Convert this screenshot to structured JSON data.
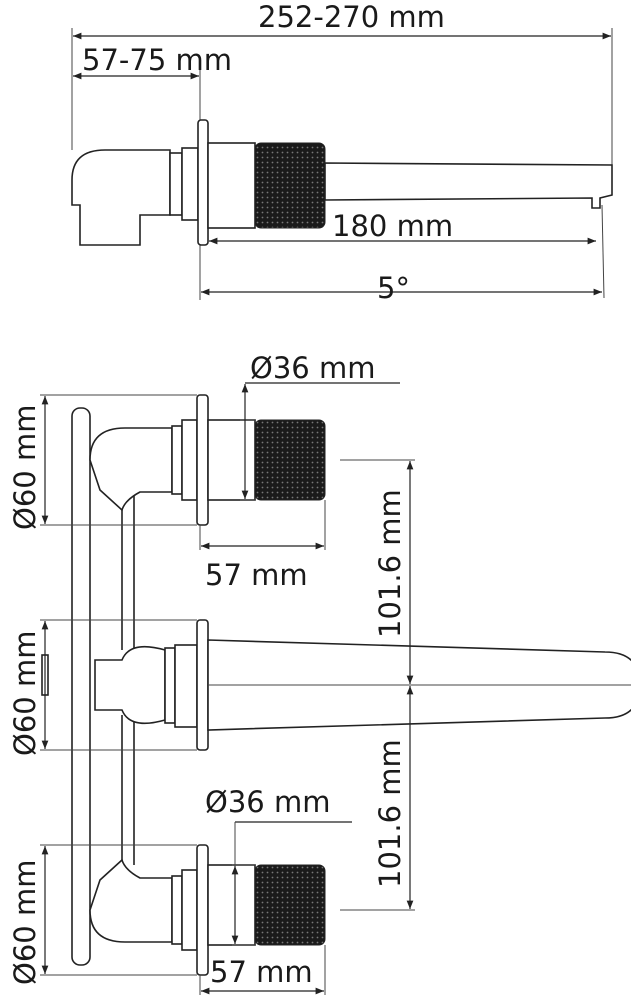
{
  "side_view": {
    "overall_length": "252-270 mm",
    "wall_depth": "57-75 mm",
    "spout_length": "180 mm",
    "spout_angle": "5°"
  },
  "front_view": {
    "top_handle_diameter": "Ø36 mm",
    "top_rosette_diameter": "Ø60 mm",
    "top_handle_length": "57 mm",
    "upper_spacing": "101.6 mm",
    "spout_rosette_diameter": "Ø60 mm",
    "lower_spacing": "101.6 mm",
    "bottom_handle_diameter": "Ø36 mm",
    "bottom_rosette_diameter": "Ø60 mm",
    "bottom_handle_length": "57 mm"
  },
  "colors": {
    "line": "#222222",
    "knurl": "#1a1a1a"
  }
}
